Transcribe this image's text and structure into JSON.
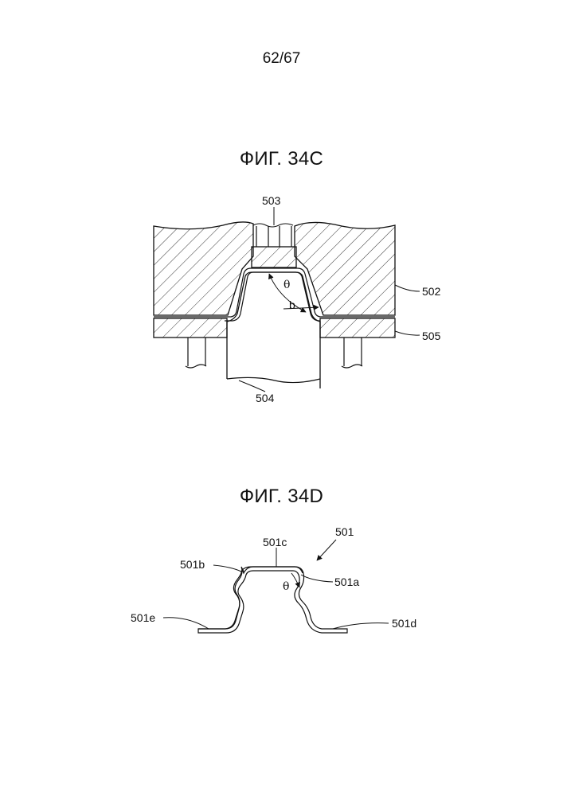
{
  "page": {
    "number": "62/67"
  },
  "figures": [
    {
      "title": "ФИГ. 34C",
      "labels": {
        "l503": "503",
        "l502": "502",
        "l505": "505",
        "l504": "504",
        "theta": "θ",
        "b": "b"
      }
    },
    {
      "title": "ФИГ. 34D",
      "labels": {
        "l501": "501",
        "l501a": "501a",
        "l501b": "501b",
        "l501c": "501c",
        "l501d": "501d",
        "l501e": "501e",
        "theta": "θ"
      }
    }
  ]
}
